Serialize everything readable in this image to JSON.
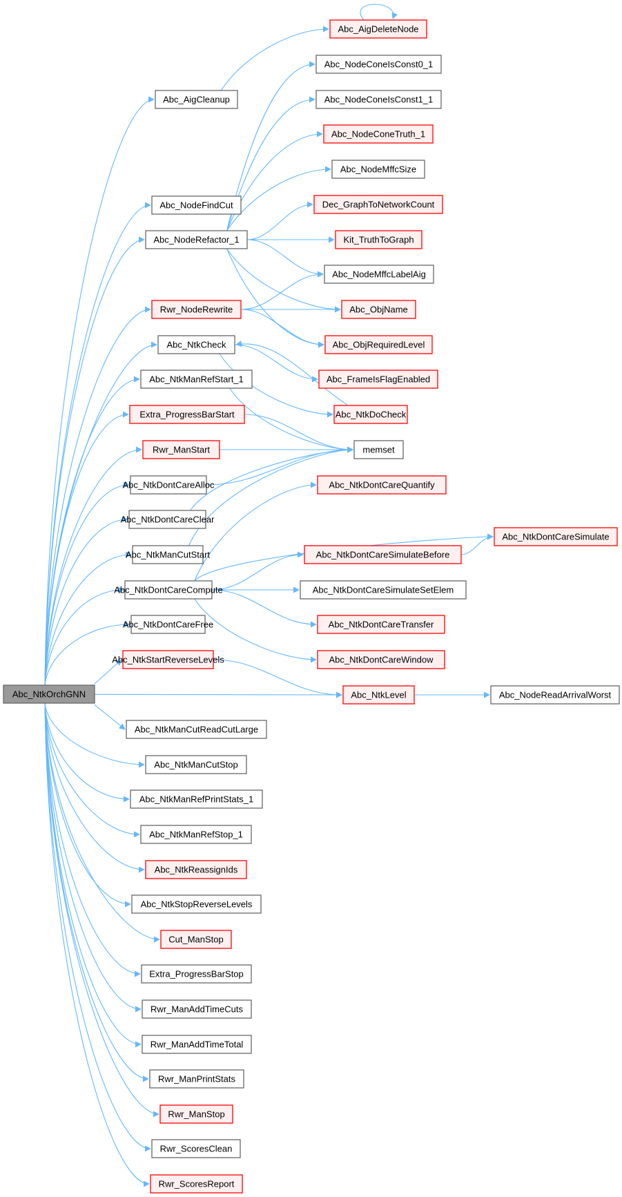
{
  "title": "Abc_NtkOrchGNN call graph",
  "colors": {
    "edge": "#63b8ff",
    "root_fill": "#999999",
    "root_stroke": "#666666",
    "plain_fill": "#ffffff",
    "plain_stroke": "#666666",
    "red_fill": "#fff0f0",
    "red_stroke": "#ff0000"
  },
  "nodes": [
    {
      "id": "root",
      "label": "Abc_NtkOrchGNN",
      "kind": "root"
    },
    {
      "id": "aigcleanup",
      "label": "Abc_AigCleanup",
      "kind": "plain"
    },
    {
      "id": "nodefindcut",
      "label": "Abc_NodeFindCut",
      "kind": "plain"
    },
    {
      "id": "noderefactor",
      "label": "Abc_NodeRefactor_1",
      "kind": "plain"
    },
    {
      "id": "rwrnoderewrite",
      "label": "Rwr_NodeRewrite",
      "kind": "red"
    },
    {
      "id": "ntkcheck",
      "label": "Abc_NtkCheck",
      "kind": "plain"
    },
    {
      "id": "ntkmanrefstart",
      "label": "Abc_NtkManRefStart_1",
      "kind": "plain"
    },
    {
      "id": "extraprogstart",
      "label": "Extra_ProgressBarStart",
      "kind": "red"
    },
    {
      "id": "rwrmanstart",
      "label": "Rwr_ManStart",
      "kind": "red"
    },
    {
      "id": "dcalloc",
      "label": "Abc_NtkDontCareAlloc",
      "kind": "plain"
    },
    {
      "id": "dcclear",
      "label": "Abc_NtkDontCareClear",
      "kind": "plain"
    },
    {
      "id": "mancutstart",
      "label": "Abc_NtkManCutStart",
      "kind": "plain"
    },
    {
      "id": "dccompute",
      "label": "Abc_NtkDontCareCompute",
      "kind": "plain"
    },
    {
      "id": "dcfree",
      "label": "Abc_NtkDontCareFree",
      "kind": "plain"
    },
    {
      "id": "startrevlevels",
      "label": "Abc_NtkStartReverseLevels",
      "kind": "red"
    },
    {
      "id": "cutreadlarge",
      "label": "Abc_NtkManCutReadCutLarge",
      "kind": "plain"
    },
    {
      "id": "mancutstop",
      "label": "Abc_NtkManCutStop",
      "kind": "plain"
    },
    {
      "id": "refprintstats",
      "label": "Abc_NtkManRefPrintStats_1",
      "kind": "plain"
    },
    {
      "id": "refstop",
      "label": "Abc_NtkManRefStop_1",
      "kind": "plain"
    },
    {
      "id": "reassignids",
      "label": "Abc_NtkReassignIds",
      "kind": "red"
    },
    {
      "id": "stoprevlevels",
      "label": "Abc_NtkStopReverseLevels",
      "kind": "plain"
    },
    {
      "id": "cutmanstop",
      "label": "Cut_ManStop",
      "kind": "red"
    },
    {
      "id": "extraprogstop",
      "label": "Extra_ProgressBarStop",
      "kind": "plain"
    },
    {
      "id": "addtimecuts",
      "label": "Rwr_ManAddTimeCuts",
      "kind": "plain"
    },
    {
      "id": "addtimetotal",
      "label": "Rwr_ManAddTimeTotal",
      "kind": "plain"
    },
    {
      "id": "printstats",
      "label": "Rwr_ManPrintStats",
      "kind": "plain"
    },
    {
      "id": "rwrmanstop",
      "label": "Rwr_ManStop",
      "kind": "red"
    },
    {
      "id": "scoresclean",
      "label": "Rwr_ScoresClean",
      "kind": "plain"
    },
    {
      "id": "scoresreport",
      "label": "Rwr_ScoresReport",
      "kind": "red"
    },
    {
      "id": "aigdeletenode",
      "label": "Abc_AigDeleteNode",
      "kind": "red"
    },
    {
      "id": "const0",
      "label": "Abc_NodeConeIsConst0_1",
      "kind": "plain"
    },
    {
      "id": "const1",
      "label": "Abc_NodeConeIsConst1_1",
      "kind": "plain"
    },
    {
      "id": "conetruth",
      "label": "Abc_NodeConeTruth_1",
      "kind": "red"
    },
    {
      "id": "mffcsize",
      "label": "Abc_NodeMffcSize",
      "kind": "plain"
    },
    {
      "id": "graphtonet",
      "label": "Dec_GraphToNetworkCount",
      "kind": "red"
    },
    {
      "id": "truthtograph",
      "label": "Kit_TruthToGraph",
      "kind": "red"
    },
    {
      "id": "mffclabel",
      "label": "Abc_NodeMffcLabelAig",
      "kind": "plain"
    },
    {
      "id": "objname",
      "label": "Abc_ObjName",
      "kind": "red"
    },
    {
      "id": "objreqlevel",
      "label": "Abc_ObjRequiredLevel",
      "kind": "red"
    },
    {
      "id": "frameflag",
      "label": "Abc_FrameIsFlagEnabled",
      "kind": "red"
    },
    {
      "id": "ntkdocheck",
      "label": "Abc_NtkDoCheck",
      "kind": "red"
    },
    {
      "id": "memset",
      "label": "memset",
      "kind": "plain"
    },
    {
      "id": "dcquantify",
      "label": "Abc_NtkDontCareQuantify",
      "kind": "red"
    },
    {
      "id": "dcsimulate",
      "label": "Abc_NtkDontCareSimulate",
      "kind": "red"
    },
    {
      "id": "dcsimbefore",
      "label": "Abc_NtkDontCareSimulateBefore",
      "kind": "red"
    },
    {
      "id": "dcsimsetelem",
      "label": "Abc_NtkDontCareSimulateSetElem",
      "kind": "plain"
    },
    {
      "id": "dctransfer",
      "label": "Abc_NtkDontCareTransfer",
      "kind": "red"
    },
    {
      "id": "dcwindow",
      "label": "Abc_NtkDontCareWindow",
      "kind": "red"
    },
    {
      "id": "ntklevel",
      "label": "Abc_NtkLevel",
      "kind": "red"
    },
    {
      "id": "arrivalworst",
      "label": "Abc_NodeReadArrivalWorst",
      "kind": "plain"
    }
  ],
  "edges": [
    [
      "root",
      "aigcleanup"
    ],
    [
      "root",
      "nodefindcut"
    ],
    [
      "root",
      "noderefactor"
    ],
    [
      "root",
      "rwrnoderewrite"
    ],
    [
      "root",
      "ntkcheck"
    ],
    [
      "root",
      "ntkmanrefstart"
    ],
    [
      "root",
      "extraprogstart"
    ],
    [
      "root",
      "rwrmanstart"
    ],
    [
      "root",
      "dcalloc"
    ],
    [
      "root",
      "dcclear"
    ],
    [
      "root",
      "mancutstart"
    ],
    [
      "root",
      "dccompute"
    ],
    [
      "root",
      "dcfree"
    ],
    [
      "root",
      "startrevlevels"
    ],
    [
      "root",
      "ntklevel"
    ],
    [
      "root",
      "cutreadlarge"
    ],
    [
      "root",
      "mancutstop"
    ],
    [
      "root",
      "refprintstats"
    ],
    [
      "root",
      "refstop"
    ],
    [
      "root",
      "reassignids"
    ],
    [
      "root",
      "stoprevlevels"
    ],
    [
      "root",
      "cutmanstop"
    ],
    [
      "root",
      "extraprogstop"
    ],
    [
      "root",
      "addtimecuts"
    ],
    [
      "root",
      "addtimetotal"
    ],
    [
      "root",
      "printstats"
    ],
    [
      "root",
      "rwrmanstop"
    ],
    [
      "root",
      "scoresclean"
    ],
    [
      "root",
      "scoresreport"
    ],
    [
      "aigcleanup",
      "aigdeletenode"
    ],
    [
      "aigdeletenode",
      "aigdeletenode"
    ],
    [
      "noderefactor",
      "const0"
    ],
    [
      "noderefactor",
      "const1"
    ],
    [
      "noderefactor",
      "conetruth"
    ],
    [
      "noderefactor",
      "mffcsize"
    ],
    [
      "noderefactor",
      "graphtonet"
    ],
    [
      "noderefactor",
      "truthtograph"
    ],
    [
      "noderefactor",
      "mffclabel"
    ],
    [
      "noderefactor",
      "objname"
    ],
    [
      "noderefactor",
      "objreqlevel"
    ],
    [
      "rwrnoderewrite",
      "mffclabel"
    ],
    [
      "rwrnoderewrite",
      "objname"
    ],
    [
      "rwrnoderewrite",
      "objreqlevel"
    ],
    [
      "ntkcheck",
      "frameflag"
    ],
    [
      "ntkcheck",
      "ntkdocheck"
    ],
    [
      "ntkdocheck",
      "ntkcheck"
    ],
    [
      "ntkmanrefstart",
      "memset"
    ],
    [
      "extraprogstart",
      "memset"
    ],
    [
      "rwrmanstart",
      "memset"
    ],
    [
      "dcalloc",
      "memset"
    ],
    [
      "dcclear",
      "memset"
    ],
    [
      "mancutstart",
      "memset"
    ],
    [
      "dccompute",
      "dcquantify"
    ],
    [
      "dccompute",
      "dcsimulate"
    ],
    [
      "dccompute",
      "dcsimbefore"
    ],
    [
      "dccompute",
      "dcsimsetelem"
    ],
    [
      "dccompute",
      "dctransfer"
    ],
    [
      "dccompute",
      "dcwindow"
    ],
    [
      "dcsimbefore",
      "dcsimulate"
    ],
    [
      "startrevlevels",
      "ntklevel"
    ],
    [
      "ntklevel",
      "arrivalworst"
    ]
  ]
}
